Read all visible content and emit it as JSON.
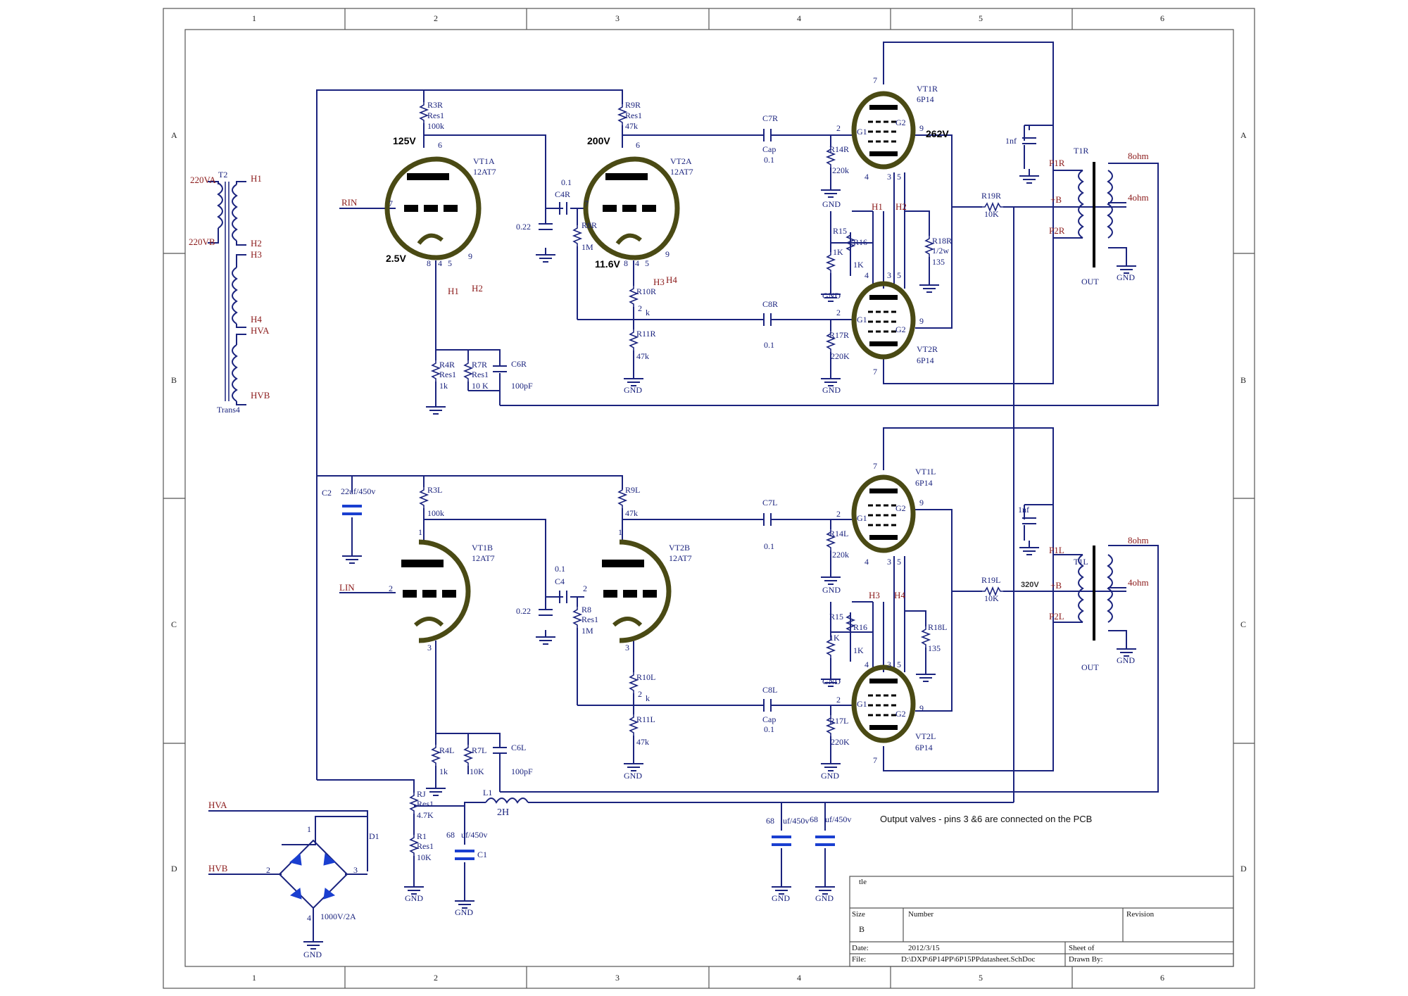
{
  "grid": {
    "cols": [
      "1",
      "2",
      "3",
      "4",
      "5",
      "6"
    ],
    "rows": [
      "A",
      "B",
      "C",
      "D"
    ]
  },
  "tubes": {
    "vt1a": {
      "ref": "VT1A",
      "type": "12AT7"
    },
    "vt2a": {
      "ref": "VT2A",
      "type": "12AT7"
    },
    "vt1b": {
      "ref": "VT1B",
      "type": "12AT7"
    },
    "vt2b": {
      "ref": "VT2B",
      "type": "12AT7"
    },
    "vt1r": {
      "ref": "VT1R",
      "type": "6P14"
    },
    "vt2r": {
      "ref": "VT2R",
      "type": "6P14"
    },
    "vt1l": {
      "ref": "VT1L",
      "type": "6P14"
    },
    "vt2l": {
      "ref": "VT2L",
      "type": "6P14"
    }
  },
  "voltages": {
    "v125": "125V",
    "v200": "200V",
    "v262": "262V",
    "v25": "2.5V",
    "v116": "11.6V",
    "v320": "320V"
  },
  "resistors": {
    "r3r": [
      "R3R",
      "Res1",
      "100k"
    ],
    "r9r": [
      "R9R",
      "Res1",
      "47k"
    ],
    "r8r": [
      "R8R",
      "1M"
    ],
    "r10r": [
      "R10R",
      "2",
      "k"
    ],
    "r11r": [
      "R11R",
      "47k"
    ],
    "r4r": [
      "R4R",
      "Res1",
      "1k"
    ],
    "r7r": [
      "R7R",
      "Res1",
      "10 K"
    ],
    "r14r": [
      "R14R",
      "220k"
    ],
    "r15a": [
      "R15",
      "1K"
    ],
    "r16a": [
      "R16",
      "1K"
    ],
    "r17r": [
      "R17R",
      "220K"
    ],
    "r18r": [
      "R18R",
      "1/2w",
      "135"
    ],
    "r19r": [
      "R19R",
      "10K"
    ],
    "r3l": [
      "R3L",
      "100k"
    ],
    "r9l": [
      "R9L",
      "47k"
    ],
    "r8": [
      "R8",
      "Res1",
      "1M"
    ],
    "r10l": [
      "R10L",
      "2",
      "k"
    ],
    "r11l": [
      "R11L",
      "47k"
    ],
    "r4l": [
      "R4L",
      "1k"
    ],
    "r7l": [
      "R7L",
      "10K"
    ],
    "r14l": [
      "R14L",
      "220k"
    ],
    "r15b": [
      "R15",
      "1K"
    ],
    "r16b": [
      "R16",
      "1K"
    ],
    "r17l": [
      "R17L",
      "220K"
    ],
    "r18l": [
      "R18L",
      "135"
    ],
    "r19l": [
      "R19L",
      "10K"
    ],
    "rj": [
      "RJ",
      "Res1",
      "4.7K"
    ],
    "r1": [
      "R1",
      "Res1",
      "10K"
    ]
  },
  "capacitors": {
    "c7r": [
      "C7R",
      "Cap",
      "0.1"
    ],
    "c4r": [
      "C4R",
      "0.1"
    ],
    "c022r": "0.22",
    "c6r": [
      "C6R",
      "100pF"
    ],
    "c8r": [
      "C8R",
      "0.1"
    ],
    "c1nr": "1nf",
    "c7l": [
      "C7L",
      "0.1"
    ],
    "c4": [
      "C4",
      "0.1"
    ],
    "c022l": "0.22",
    "c6l": [
      "C6L",
      "100pF"
    ],
    "c8l": [
      "C8L",
      "Cap",
      "0.1"
    ],
    "c1nl": "1nf",
    "c2": [
      "C2",
      "22uf/450v"
    ],
    "c1": [
      "68",
      "uf/450v",
      "C1"
    ],
    "c68a": [
      "68",
      "uf/450v"
    ],
    "c68b": [
      "68",
      "uf/450v"
    ]
  },
  "magnetics": {
    "t2": [
      "T2",
      "Trans4"
    ],
    "t1r": [
      "T1R",
      "OUT"
    ],
    "t1l": [
      "T1L",
      "OUT"
    ],
    "l1": [
      "L1",
      "2H"
    ]
  },
  "bridge": {
    "ref": "D1",
    "rating": "1000V/2A"
  },
  "nets": {
    "rin": "RIN",
    "lin": "LIN",
    "hva": "HVA",
    "hvb": "HVB",
    "h1": "H1",
    "h2": "H2",
    "h3": "H3",
    "h4": "H4",
    "v220a": "220VA",
    "v220b": "220VB",
    "p1r": "P1R",
    "p2r": "P2R",
    "p1l": "P1L",
    "p2l": "P2L",
    "plusb": "+B",
    "ohm8": "8ohm",
    "ohm4": "4ohm",
    "gnd": "GND"
  },
  "pins": {
    "p1": "1",
    "p2": "2",
    "p3": "3",
    "p4": "4",
    "p5": "5",
    "p6": "6",
    "p7": "7",
    "p8": "8",
    "p9": "9",
    "g1": "G1",
    "g2": "G2"
  },
  "note": "Output valves - pins 3 &6 are connected on the PCB",
  "titleblock": {
    "title": "tle",
    "size_label": "Size",
    "size": "B",
    "number_label": "Number",
    "revision_label": "Revision",
    "date_label": "Date:",
    "date": "2012/3/15",
    "sheet_label": "Sheet   of",
    "file_label": "File:",
    "file": "D:\\DXP\\6P14PP\\6P15PPdatasheet.SchDoc",
    "drawn_label": "Drawn By:"
  }
}
